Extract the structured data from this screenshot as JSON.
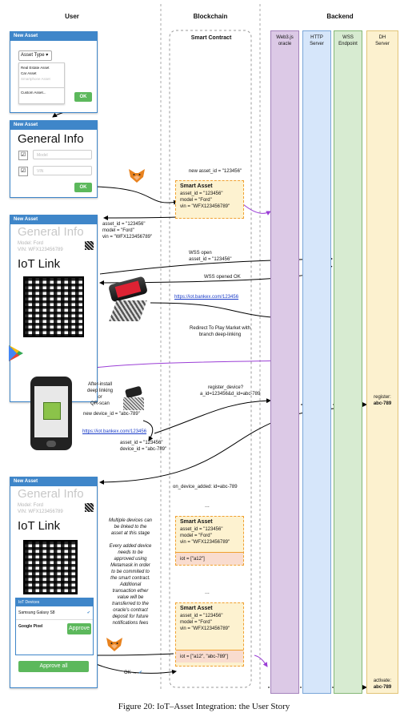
{
  "columns": {
    "user": "User",
    "blockchain": "Blockchain",
    "backend": "Backend"
  },
  "smart_contract_label": "Smart Contract",
  "lanes": [
    {
      "label": "Web3.js\noracle",
      "color": "#dcc9e6",
      "border": "#a583bd"
    },
    {
      "label": "HTTP\nServer",
      "color": "#d6e6fa",
      "border": "#7aa6d8"
    },
    {
      "label": "WSS\nEndpoint",
      "color": "#d7ebd1",
      "border": "#86b877"
    },
    {
      "label": "DH\nServer",
      "color": "#fcf1cf",
      "border": "#e1c478"
    }
  ],
  "screen1": {
    "title": "New Asset",
    "dropdown": "Asset Type ▾",
    "options": [
      "Real Estate Asset",
      "Car Asset",
      "Smartphone Asset"
    ],
    "custom": "Custom Asset...",
    "ok": "OK"
  },
  "screen2": {
    "title": "New Asset",
    "heading": "General Info",
    "field1": "Model",
    "field2": "VIN",
    "ok": "OK"
  },
  "screen3": {
    "title": "New Asset",
    "heading": "General Info",
    "model": "Model: Ford",
    "vin": "VIN: WFX123456789",
    "iot": "IoT Link"
  },
  "screen4": {
    "title": "New Asset",
    "heading": "General Info",
    "model": "Model: Ford",
    "vin": "VIN: WFX123456789",
    "iot": "IoT Link",
    "devices_title": "IoT Devices",
    "device1": "Samsung Galaxy S8",
    "device2": "Google Pixel",
    "approve": "Approve",
    "approve_all": "Approve all"
  },
  "msg": {
    "new_asset": "new asset_id = \"123456\"",
    "asset_info": [
      "asset_id = \"123456\"",
      "model = \"Ford\"",
      "vin = \"WFX123456789\""
    ],
    "wss_open_1": "WSS open",
    "wss_open_2": "asset_id = \"123456\"",
    "wss_opened": "WSS opened OK",
    "link": "https://iot.bankex.com/123456",
    "redirect_1": "Redirect To Play Market with",
    "redirect_2": "branch deep-linking",
    "after_install": [
      "After-install",
      "deep linking",
      "or",
      "QR-scan"
    ],
    "new_device": "new device_id = \"abc-789\"",
    "register_1": "register_device?",
    "register_2": "a_id=123456&d_id=abc-789",
    "device_pair": [
      "asset_id = \"123456\"",
      "device_id = \"abc-789\""
    ],
    "on_device_added": "on_device_added: id=abc-789",
    "register_right": [
      "register:",
      "abc-789"
    ],
    "activate_right": [
      "activate:",
      "abc-789"
    ],
    "ellipsis": "...",
    "ok_check": "OK →",
    "note": [
      "Multiple devices can",
      "be linked to the",
      "asset at this stage",
      "",
      "Every added device",
      "needs to be",
      "approved using",
      "Metamask in order",
      "to be commited to",
      "the smart contract.",
      "Additional",
      "transaction ether",
      "value will be",
      "transferred to the",
      "oracle's contract",
      "deposit for future",
      "notifications fees"
    ]
  },
  "smart_assets": [
    {
      "title": "Smart Asset",
      "lines": [
        "asset_id = \"123456\"",
        "model = \"Ford\"",
        "vin = \"WFX123456789\""
      ]
    },
    {
      "title": "Smart Asset",
      "lines": [
        "asset_id = \"123456\"",
        "model = \"Ford\"",
        "vin = \"WFX123456789\""
      ],
      "iot": "iot = [\"a12\"]"
    },
    {
      "title": "Smart Asset",
      "lines": [
        "asset_id = \"123456\"",
        "model = \"Ford\"",
        "vin = \"WFX123456789\""
      ],
      "iot": "iot = [\"a12\", \"abc-789\"]"
    }
  ],
  "caption": "Figure 20: IoT–Asset Integration: the User Story"
}
